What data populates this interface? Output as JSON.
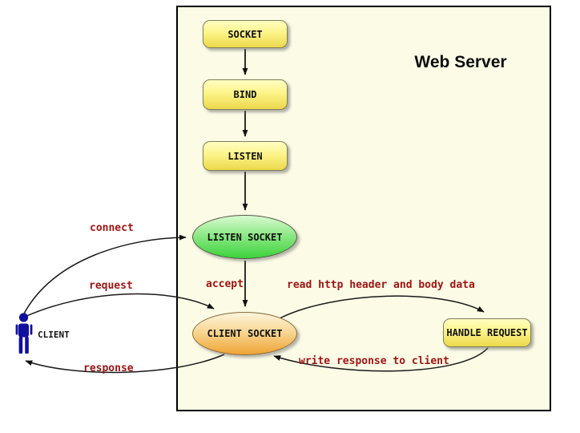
{
  "diagram": {
    "title": "Web Server",
    "client_label": "CLIENT",
    "nodes": {
      "socket": "SOCKET",
      "bind": "BIND",
      "listen": "LISTEN",
      "listen_socket": "LISTEN SOCKET",
      "client_socket": "CLIENT SOCKET",
      "handle_request": "HANDLE REQUEST"
    },
    "edge_labels": {
      "connect": "connect",
      "request": "request",
      "response": "response",
      "accept": "accept",
      "read_http": "read http header and body data",
      "write_response": "write response to client"
    },
    "colors": {
      "server_box_bg": "#fbfbe6",
      "server_box_border": "#000000",
      "yellow_node_top": "#fffec2",
      "yellow_node_bottom": "#ecd84b",
      "green_node_top": "#d9fbd0",
      "green_node_bottom": "#3bd23b",
      "orange_node_top": "#fdf5dc",
      "orange_node_bottom": "#efa435",
      "edge_label_red": "#9e1414",
      "client_figure_blue": "#10109e",
      "arrow_black": "#1a1a1a"
    }
  }
}
